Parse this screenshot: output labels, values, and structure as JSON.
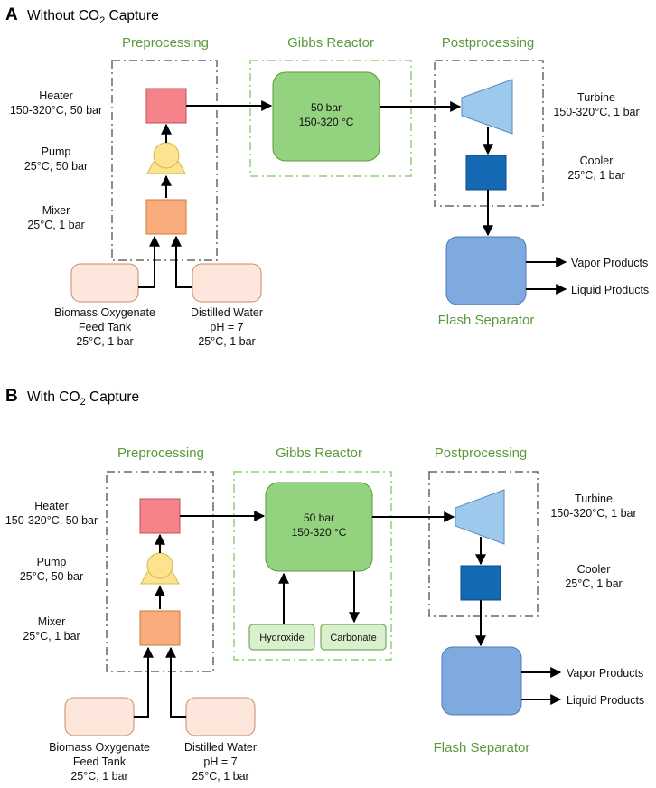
{
  "panel_a": {
    "letter": "A",
    "title_pre": "Without CO",
    "title_sub": "2",
    "title_post": " Capture",
    "sections": {
      "pre": "Preprocessing",
      "gibbs": "Gibbs Reactor",
      "post": "Postprocessing"
    },
    "heater": {
      "name": "Heater",
      "cond": "150-320°C, 50 bar"
    },
    "pump": {
      "name": "Pump",
      "cond": "25°C, 50 bar"
    },
    "mixer": {
      "name": "Mixer",
      "cond": "25°C, 1 bar"
    },
    "reactor": {
      "line1": "50 bar",
      "line2": "150-320 °C"
    },
    "turbine": {
      "name": "Turbine",
      "cond": "150-320°C, 1 bar"
    },
    "cooler": {
      "name": "Cooler",
      "cond": "25°C, 1 bar"
    },
    "tank1": {
      "line1": "Biomass Oxygenate",
      "line2": "Feed Tank",
      "line3": "25°C, 1 bar"
    },
    "tank2": {
      "line1": "Distilled Water",
      "line2": "pH = 7",
      "line3": "25°C, 1 bar"
    },
    "vapor": "Vapor Products",
    "liquid": "Liquid Products",
    "flash": "Flash Separator"
  },
  "panel_b": {
    "letter": "B",
    "title_pre": "With CO",
    "title_sub": "2",
    "title_post": " Capture",
    "sections": {
      "pre": "Preprocessing",
      "gibbs": "Gibbs Reactor",
      "post": "Postprocessing"
    },
    "heater": {
      "name": "Heater",
      "cond": "150-320°C, 50 bar"
    },
    "pump": {
      "name": "Pump",
      "cond": "25°C, 50 bar"
    },
    "mixer": {
      "name": "Mixer",
      "cond": "25°C, 1 bar"
    },
    "reactor": {
      "line1": "50 bar",
      "line2": "150-320 °C"
    },
    "hydroxide": "Hydroxide",
    "carbonate": "Carbonate",
    "turbine": {
      "name": "Turbine",
      "cond": "150-320°C, 1 bar"
    },
    "cooler": {
      "name": "Cooler",
      "cond": "25°C, 1 bar"
    },
    "tank1": {
      "line1": "Biomass Oxygenate",
      "line2": "Feed Tank",
      "line3": "25°C, 1 bar"
    },
    "tank2": {
      "line1": "Distilled Water",
      "line2": "pH = 7",
      "line3": "25°C, 1 bar"
    },
    "vapor": "Vapor Products",
    "liquid": "Liquid Products",
    "flash": "Flash Separator"
  },
  "colors": {
    "heater": "#f6828a",
    "pump": "#fde390",
    "mixer": "#f9ad7c",
    "tank": "#fde7dc",
    "reactor": "#93d37f",
    "turbine": "#9cc9ec",
    "cooler": "#1469b4",
    "flash": "#7faadf",
    "capture_box": "#d9f0cf",
    "section_text": "#5a9a3c"
  }
}
